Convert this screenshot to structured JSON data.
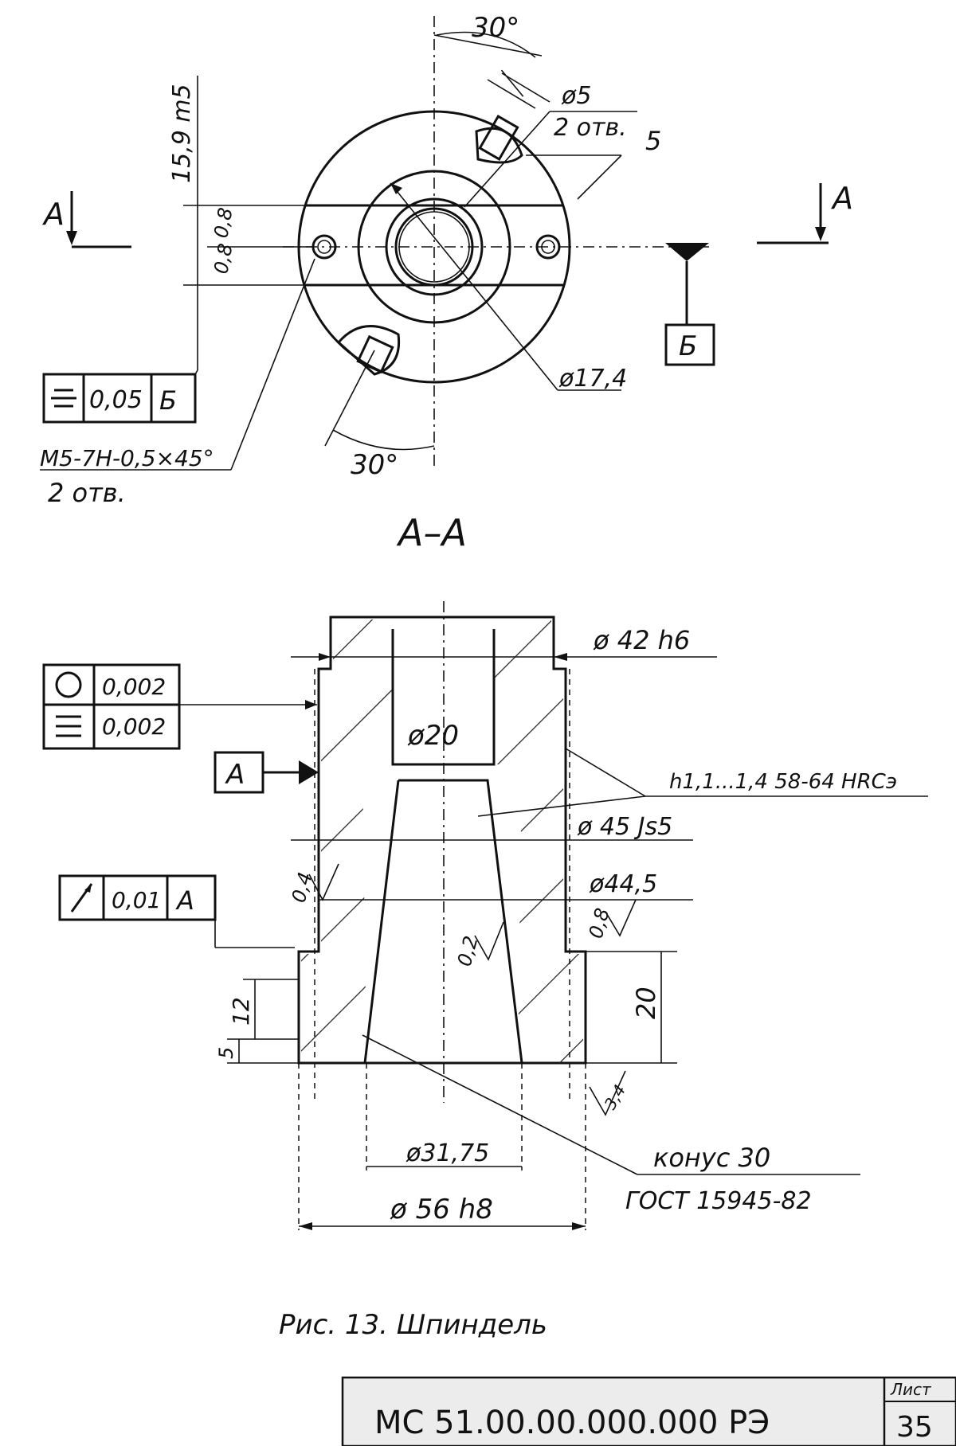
{
  "plan_view": {
    "angle_top": "30°",
    "hole_dia": "ø5",
    "hole_count": "2 отв.",
    "dim_5": "5",
    "dim_159": "15,9 m5",
    "dim_08a": "0,8",
    "dim_08b": "0,8",
    "section_mark_left": "А",
    "section_mark_right": "А",
    "datum_b": "Б",
    "dia_174": "ø17,4",
    "angle_bottom": "30°",
    "sym_tol_value": "0,05",
    "sym_tol_datum": "Б",
    "thread_note": "М5-7Н-0,5×45°",
    "thread_count": "2 отв."
  },
  "section_view": {
    "title": "А–А",
    "dia_42": "ø 42 h6",
    "circ_tol": "0,002",
    "prof_tol": "0,002",
    "datum_a": "А",
    "bore_dia": "ø20",
    "hardness": "h1,1...1,4  58-64 HRCэ",
    "dia_45": "ø 45 Js5",
    "dia_445": "ø44,5",
    "runout_tol": "0,01",
    "runout_datum": "А",
    "rough_04": "0,4",
    "rough_02": "0,2",
    "rough_08": "0,8",
    "dim_12": "12",
    "dim_5": "5",
    "dim_20": "20",
    "rough_34": "3,4",
    "dia_3175": "ø31,75",
    "cone_label": "конус 30",
    "cone_std": "ГОСТ 15945-82",
    "dia_56": "ø 56 h8"
  },
  "caption": "Рис. 13. Шпиндель",
  "title_block": {
    "doc_code": "МС 51.00.00.000.000 РЭ",
    "sheet_label": "Лист",
    "sheet_number": "35"
  }
}
